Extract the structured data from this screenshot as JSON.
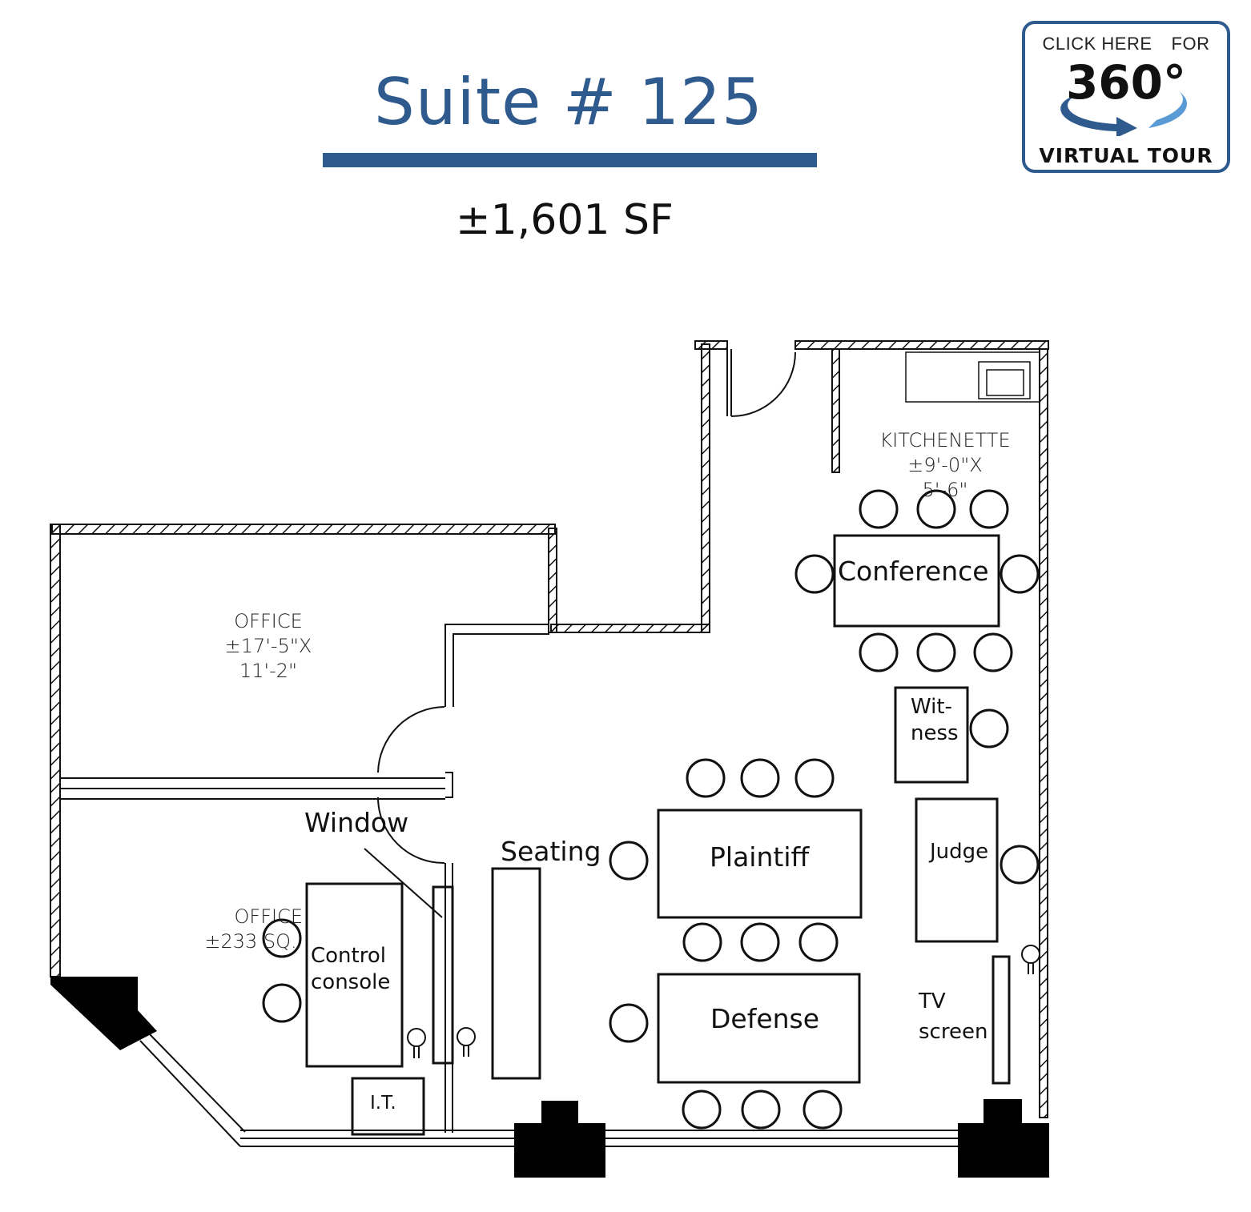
{
  "header": {
    "title": "Suite # 125",
    "area": "±1,601 SF"
  },
  "tour_badge": {
    "line1_left": "CLICK HERE",
    "line1_right": "FOR",
    "big_text": "360°",
    "line2": "VIRTUAL TOUR"
  },
  "rooms": {
    "kitchenette": [
      "KITCHENETTE",
      "±9'-0\"X",
      "5'-6\""
    ],
    "office_north": [
      "OFFICE",
      "±17'-5\"X",
      "11'-2\""
    ],
    "office_south": [
      "OFFICE",
      "±233 SQ."
    ]
  },
  "furniture": {
    "conference": "Conference",
    "witness": [
      "Wit-",
      "ness"
    ],
    "plaintiff": "Plaintiff",
    "defense": "Defense",
    "judge": "Judge",
    "seating": "Seating",
    "window": "Window",
    "control_console": [
      "Control",
      "console"
    ],
    "it": "I.T.",
    "tv_screen": [
      "TV",
      "screen"
    ]
  },
  "colors": {
    "accent": "#2f5a8e",
    "arrow_dark": "#2f5a8e",
    "arrow_light": "#5b9bd5",
    "line": "#111111"
  }
}
